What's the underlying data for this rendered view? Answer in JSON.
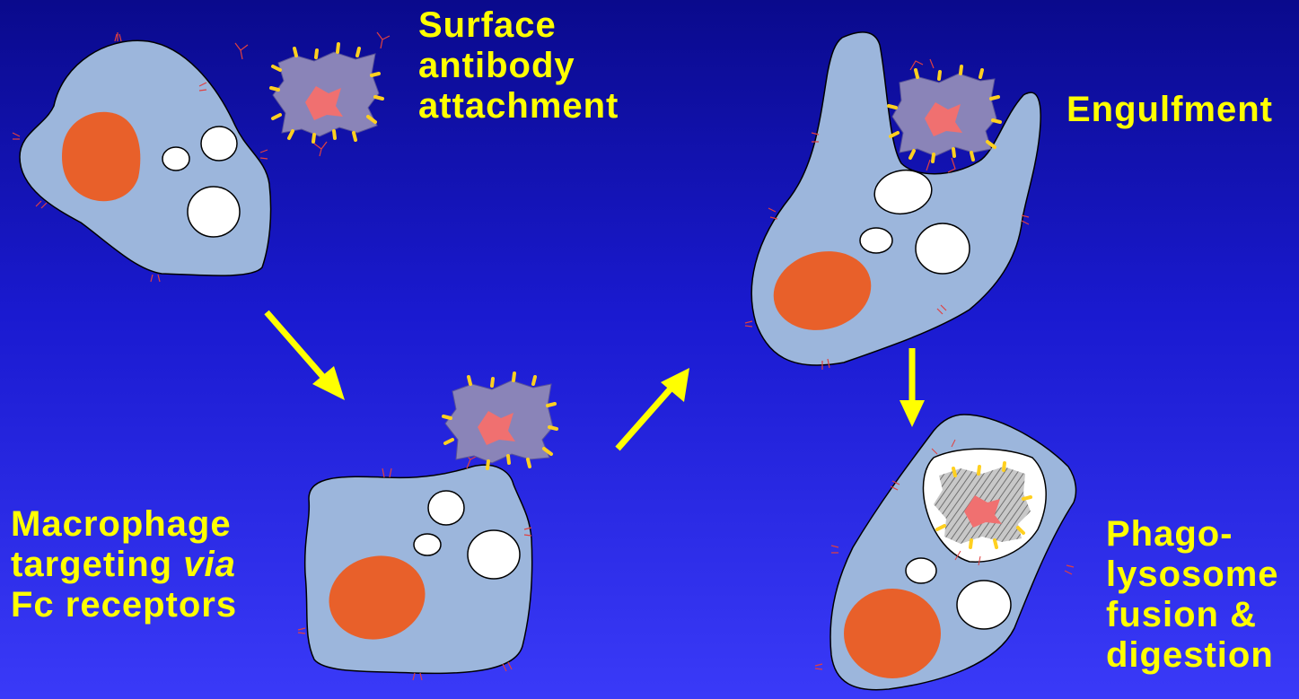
{
  "labels": {
    "surface_attachment": [
      "Surface",
      "antibody",
      "attachment"
    ],
    "engulfment": "Engulfment",
    "macrophage_targeting": {
      "line1": "Macrophage",
      "line2_prefix": "targeting ",
      "line2_italic": "via",
      "line3": "Fc receptors"
    },
    "phagolysosome": [
      "Phago-",
      "lysosome",
      "fusion &",
      "digestion"
    ]
  },
  "colors": {
    "background_top": "#0a0a8c",
    "background_bottom": "#3a3af8",
    "cell_fill": "#9cb6dc",
    "nucleus": "#e8602a",
    "vacuole": "#ffffff",
    "label_text": "#ffff00",
    "arrow": "#ffff00",
    "antigen_core": "#f07070",
    "antigen_coat": "#8a84b8",
    "antibody": "#ffd020",
    "receptor": "#e04040",
    "digestion_hatch": "#a8a8a8"
  },
  "icons": {
    "cell": "macrophage-cell-icon",
    "antigen": "antibody-coated-particle-icon",
    "arrow": "yellow-arrow-icon"
  }
}
